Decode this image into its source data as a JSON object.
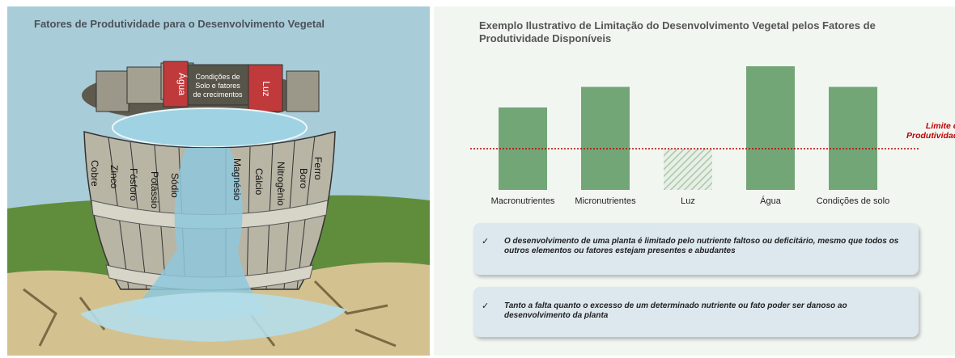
{
  "left": {
    "title": "Fatores de Produtividade para o Desenvolvimento Vegetal",
    "barrel_top_labels": {
      "agua": "Água",
      "condicoes": [
        "Condições de",
        "Solo e fatores",
        "de crecimentos"
      ],
      "luz": "Luz"
    },
    "stave_labels": [
      "Cobre",
      "Zinco",
      "Fósforo",
      "Potássio",
      "Sódio",
      "Magnésio",
      "Cálcio",
      "Nitrogênio",
      "Boro",
      "Ferro"
    ],
    "colors": {
      "sky": "#a9ccd9",
      "grass": "#5c8a3a",
      "stave": "#b8b5a5",
      "red_stave": "#c0393b",
      "water": "#8ec8dc"
    }
  },
  "chart_data": {
    "type": "bar",
    "title": "Exemplo Ilustrativo de Limitação do Desenvolvimento Vegetal pelos Fatores de Produtividade Disponíveis",
    "categories": [
      "Macronutrientes",
      "Micronutrientes",
      "Luz",
      "Água",
      "Condições de solo"
    ],
    "values": [
      60,
      75,
      30,
      90,
      75
    ],
    "limit": 30,
    "limit_label": "Limite de Produtividade",
    "ylim": [
      0,
      100
    ],
    "colors": {
      "bar": "#72a677",
      "hatched": "#a9c9ab",
      "limit": "#c00000"
    }
  },
  "notes": [
    {
      "check": "✓",
      "text": "O desenvolvimento de uma planta é limitado pelo nutriente faltoso ou deficitário, mesmo que todos os outros elementos ou fatores estejam presentes e abudantes"
    },
    {
      "check": "✓",
      "text": "Tanto a falta quanto o excesso de um determinado nutriente ou fato poder ser danoso ao desenvolvimento da planta"
    }
  ]
}
